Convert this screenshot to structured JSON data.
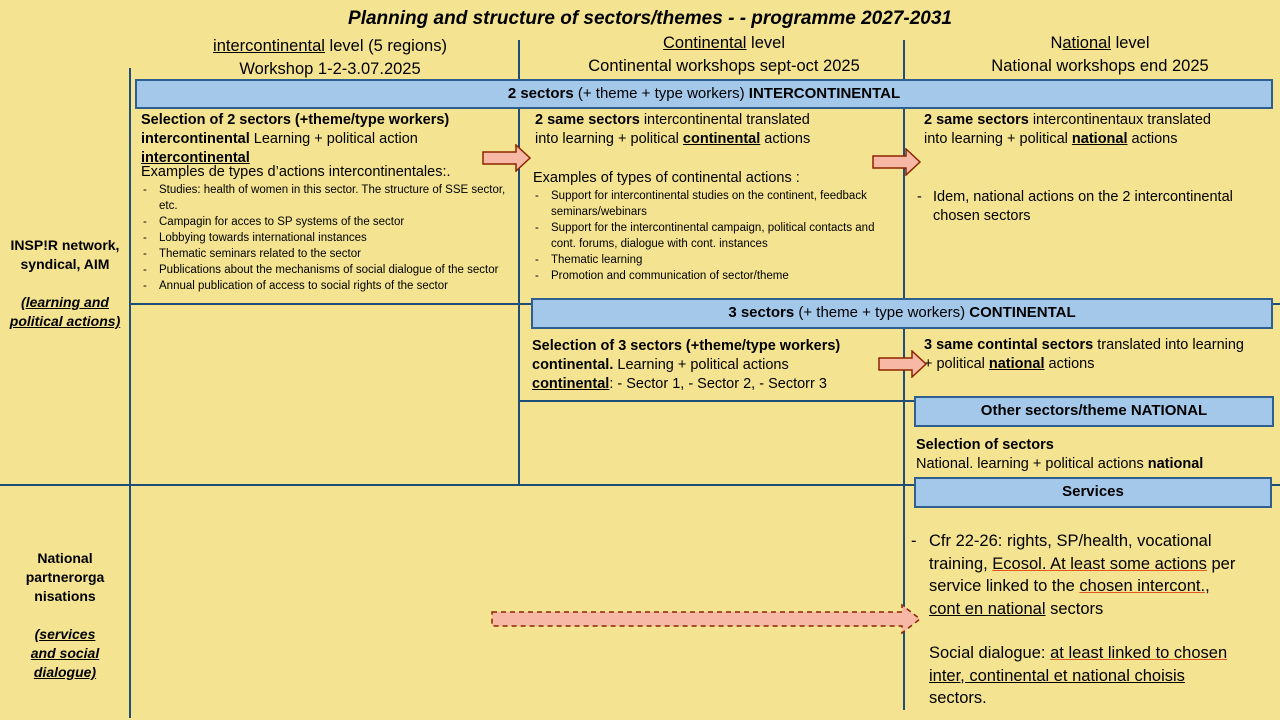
{
  "title": "Planning and structure of sectors/themes -  - programme 2027-2031",
  "columns": [
    {
      "head_u": "intercontinental",
      "head_rest": " level (5 regions)",
      "sub": "Workshop 1-2-3.07.2025"
    },
    {
      "head_u": "Continental",
      "head_rest": " level",
      "sub": "Continental workshops sept-oct 2025"
    },
    {
      "head_pre": "N",
      "head_u": "ational",
      "head_rest": " level",
      "sub": "National workshops end 2025"
    }
  ],
  "rows": {
    "row1": {
      "l1": "INSP!R network,",
      "l2": "syndical, AIM",
      "sub1": "(learning and",
      "sub2": "political actions)"
    },
    "row2": {
      "l1": "National",
      "l2": "partnerorga",
      "l3": "nisations",
      "sub1": "(services",
      "sub2": "and social",
      "sub3": "dialogue)"
    }
  },
  "bars": {
    "intercontinental": {
      "bold1": "2 sectors",
      "rest": " (+ theme + type workers) ",
      "bold2": "INTERCONTINENTAL"
    },
    "continental": {
      "bold1": "3 sectors",
      "rest": " (+ theme + type workers) ",
      "bold2": "CONTINENTAL"
    },
    "other": "Other sectors/theme NATIONAL",
    "services": "Services"
  },
  "inter": {
    "b1": "Selection of 2 sectors (+theme/type workers)",
    "b2": "intercontinental",
    "t2": " Learning + political action",
    "b3": "intercontinental",
    "examples": "Examples de types d’actions intercontinentales:.",
    "items": [
      "Studies: health of women in this sector. The structure of SSE sector, etc.",
      "Campagin for acces to SP systems of the sector",
      "Lobbying towards international instances",
      "Thematic seminars related to the sector",
      "Publications about the mechanisms of social dialogue of the sector",
      "Annual publication of access to social rights of the sector"
    ]
  },
  "cont": {
    "b1": "2 same sectors",
    "t1": " intercontinental translated",
    "t2": "into learning + political ",
    "u2": "continental",
    "t3": " actions",
    "examples": "Examples of types of continental actions :",
    "items": [
      "Support for intercontinental studies on the continent, feedback seminars/webinars",
      "Support for the intercontinental campaign, political contacts and cont. forums, dialogue with cont. instances",
      "Thematic learning",
      "Promotion and communication of sector/theme"
    ],
    "sel_b1": "Selection of 3 sectors (+theme/type workers)",
    "sel_b2": "continental.",
    "sel_t2": " Learning + political actions",
    "sel_u3": "continental",
    "sel_t3": ": - Sector 1, - Sector 2, - Sectorr 3"
  },
  "nat": {
    "b1": "2 same sectors",
    "t1": " intercontinentaux translated",
    "t2": "into learning + political ",
    "u2": "national",
    "t3": " actions",
    "item": "Idem, national actions on the 2 intercontinental chosen sectors",
    "c_b1": "3 same contintal sectors",
    "c_t1": " translated into learning",
    "c_t2": "+ political ",
    "c_u2": "national",
    "c_t3": " actions",
    "o_b1": "Selection of sectors",
    "o_t2": "National. learning + political actions ",
    "o_b2": "national",
    "s_1": "Cfr 22-26: rights, SP/health, vocational",
    "s_2a": "training, ",
    "s_2b": " Ecosol. At least some actions",
    "s_2c": " per",
    "s_3a": "service linked to the ",
    "s_3b": "chosen intercont.,",
    "s_4a": "cont en national",
    "s_4b": " sectors",
    "sd_a": "Social dialogue: ",
    "sd_b": "at least linked to ",
    "sd_c": "chosen",
    "sd_d": "inter, continental et national choisis",
    "sd_e": "sectors."
  }
}
